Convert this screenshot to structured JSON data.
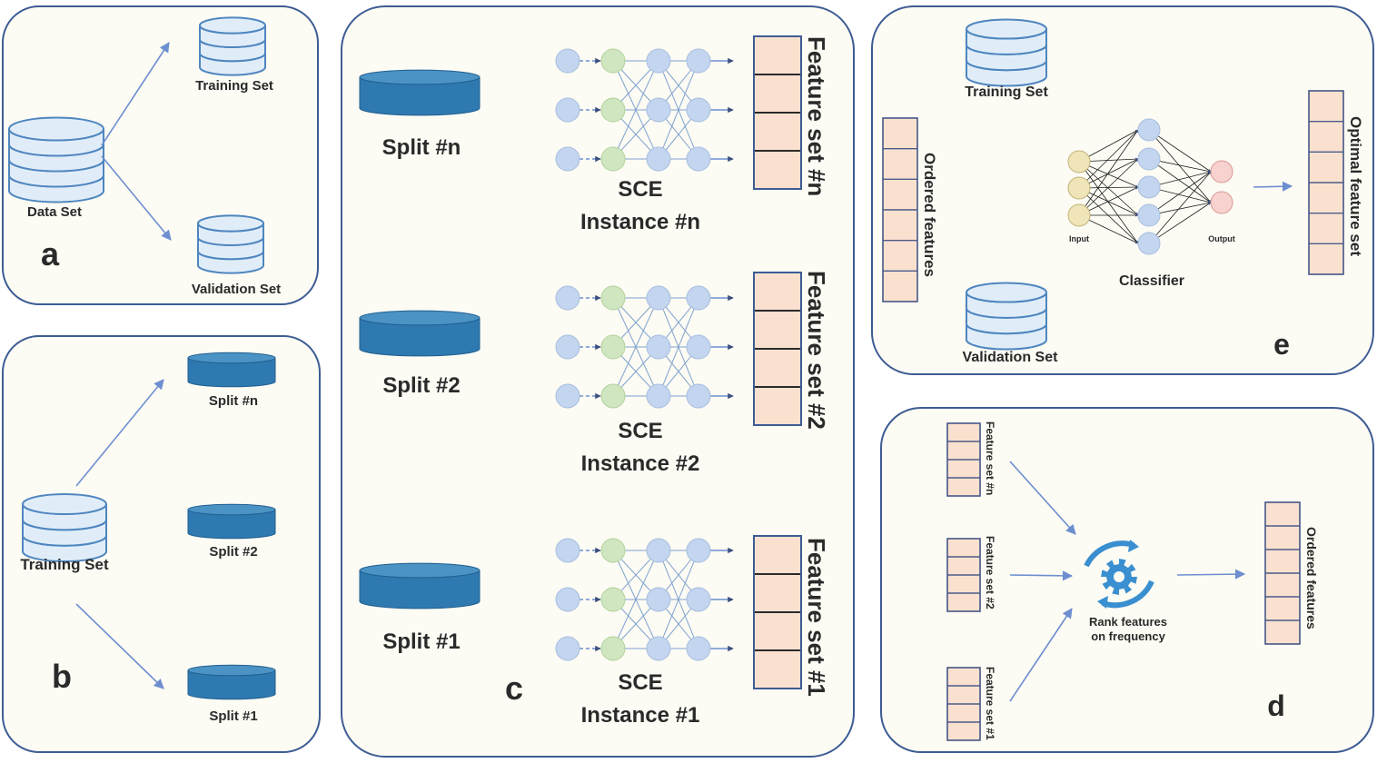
{
  "panel_a": {
    "letter": "a",
    "data_set": "Data Set",
    "training_set": "Training Set",
    "validation_set": "Validation Set"
  },
  "panel_b": {
    "letter": "b",
    "training_set": "Training Set",
    "split_n": "Split #n",
    "split_2": "Split #2",
    "split_1": "Split #1"
  },
  "panel_c": {
    "letter": "c",
    "rows": [
      {
        "split": "Split #n",
        "sce": "SCE",
        "instance": "Instance #n",
        "feature_set": "Feature set #n"
      },
      {
        "split": "Split #2",
        "sce": "SCE",
        "instance": "Instance #2",
        "feature_set": "Feature set #2"
      },
      {
        "split": "Split #1",
        "sce": "SCE",
        "instance": "Instance #1",
        "feature_set": "Feature set #1"
      }
    ]
  },
  "panel_d": {
    "letter": "d",
    "feature_sets": [
      "Feature set #n",
      "Feature set #2",
      "Feature set #1"
    ],
    "rank_line1": "Rank features",
    "rank_line2": "on frequency",
    "ordered_features": "Ordered features"
  },
  "panel_e": {
    "letter": "e",
    "training_set": "Training Set",
    "validation_set": "Validation Set",
    "ordered_features": "Ordered features",
    "input": "Input",
    "output": "Output",
    "classifier": "Classifier",
    "optimal_feature_set": "Optimal feature set"
  }
}
